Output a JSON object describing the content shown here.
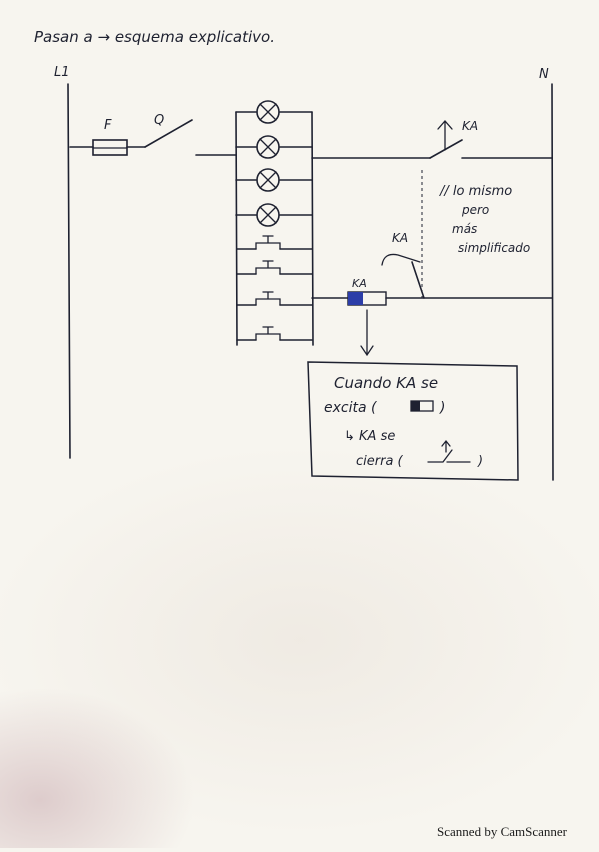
{
  "heading": "Pasan a → esquema explicativo.",
  "labels": {
    "L1": "L1",
    "N": "N",
    "F": "F",
    "Q": "Q",
    "KA_top": "KA",
    "KA_mid": "KA",
    "KA_coil": "KA"
  },
  "side_note": [
    "// lo mismo",
    "pero",
    "más",
    "simplificado"
  ],
  "note_box": {
    "line1": "Cuando KA se",
    "line2": "excita (",
    "line2_end": ")",
    "line3": "↳ KA se",
    "line4": "cierra (",
    "line4_end": ")"
  },
  "footer": "Scanned by CamScanner",
  "colors": {
    "ink": "#1e2130",
    "coil_fill": "#2c3da8",
    "paper": "#f7f5ef"
  }
}
